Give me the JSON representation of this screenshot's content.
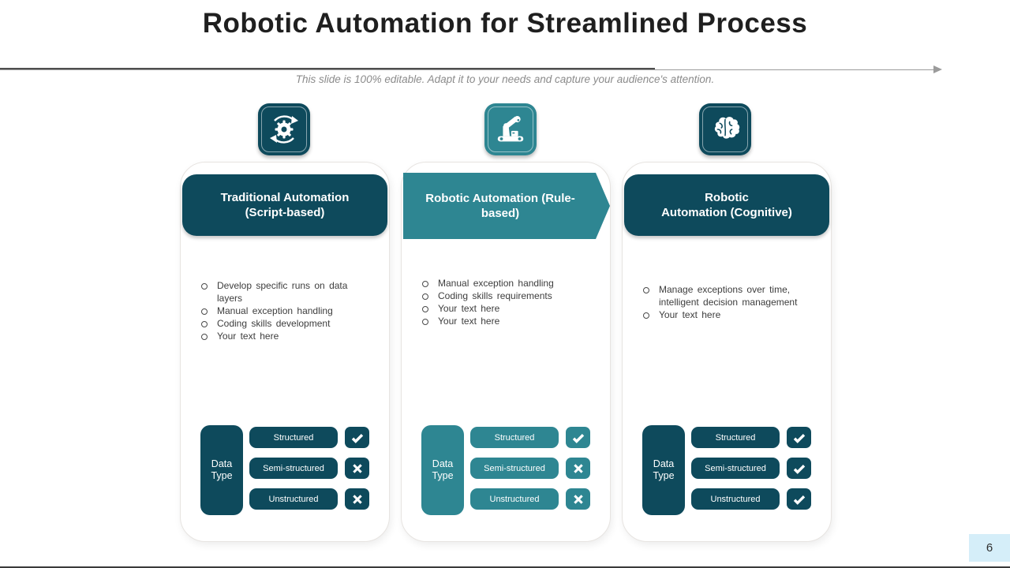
{
  "slide": {
    "title": "Robotic Automation for Streamlined Process",
    "subtitle": "This slide is 100% editable. Adapt it to your needs and capture your audience's attention.",
    "page_number": "6"
  },
  "colors": {
    "dark_teal": "#0E4A5C",
    "light_teal": "#2E8692",
    "page_badge_bg": "#D5EEF9"
  },
  "columns": [
    {
      "icon": "gear-sync-icon",
      "theme": "dark",
      "header": "Traditional Automation\n(Script-based)",
      "bullets": [
        "Develop specific runs on data layers",
        "Manual exception handling",
        "Coding skills development",
        "Your text here"
      ],
      "data_type_label": "Data Type",
      "rows": [
        {
          "label": "Structured",
          "mark": "check"
        },
        {
          "label": "Semi-structured",
          "mark": "cross"
        },
        {
          "label": "Unstructured",
          "mark": "cross"
        }
      ]
    },
    {
      "icon": "robotic-arm-icon",
      "theme": "light",
      "header": "Robotic Automation (Rule-\nbased)",
      "bullets": [
        "Manual exception handling",
        "Coding skills requirements",
        "Your text here",
        "Your text here"
      ],
      "data_type_label": "Data Type",
      "rows": [
        {
          "label": "Structured",
          "mark": "check"
        },
        {
          "label": "Semi-structured",
          "mark": "cross"
        },
        {
          "label": "Unstructured",
          "mark": "cross"
        }
      ]
    },
    {
      "icon": "brain-icon",
      "theme": "dark",
      "header": "Robotic\nAutomation (Cognitive)",
      "bullets": [
        "Manage exceptions over time, intelligent decision management",
        "Your text here"
      ],
      "data_type_label": "Data Type",
      "rows": [
        {
          "label": "Structured",
          "mark": "check"
        },
        {
          "label": "Semi-structured",
          "mark": "check"
        },
        {
          "label": "Unstructured",
          "mark": "check"
        }
      ]
    }
  ]
}
